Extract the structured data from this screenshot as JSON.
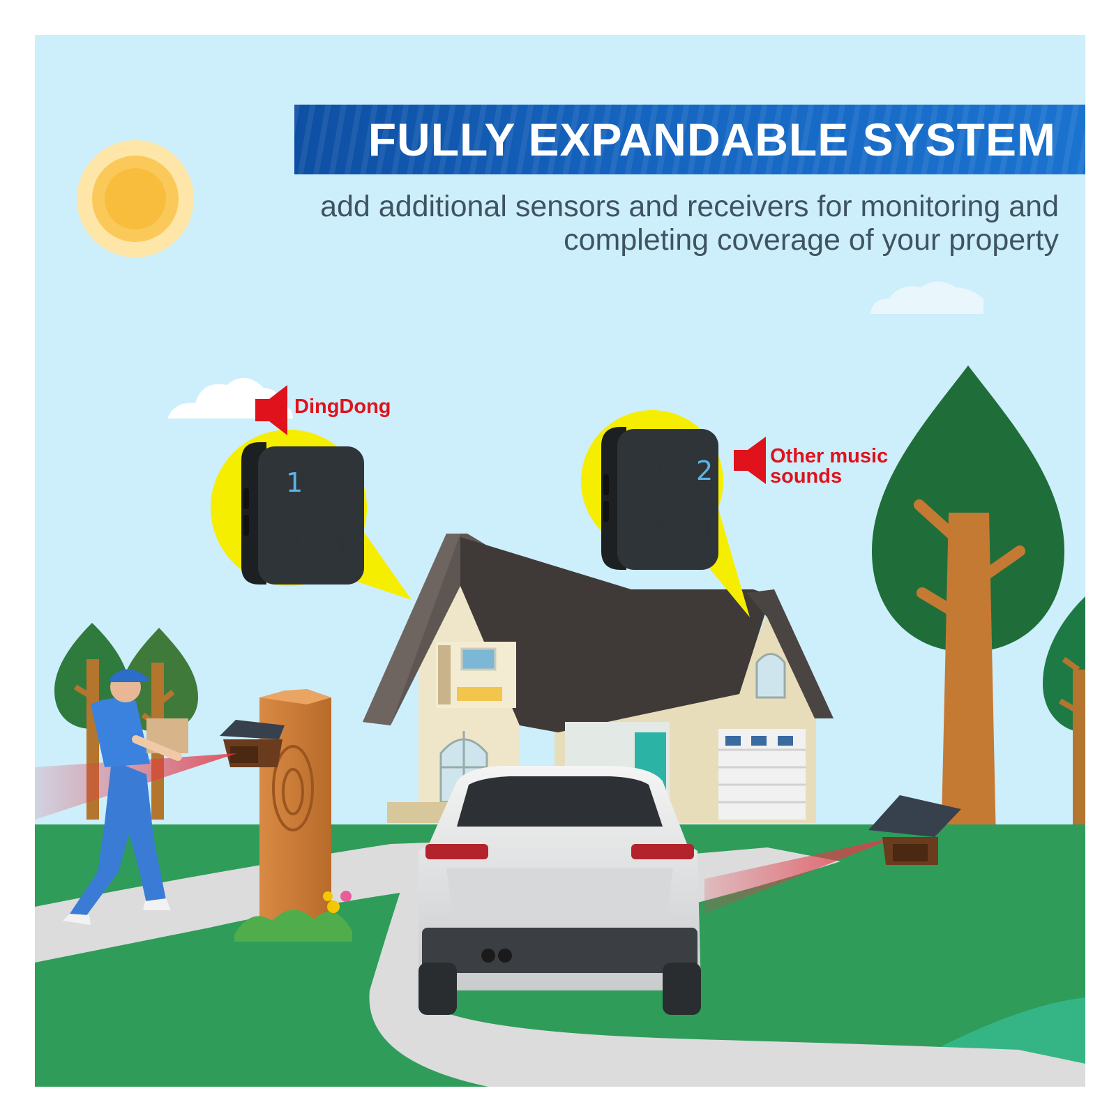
{
  "banner": {
    "title": "FULLY EXPANDABLE SYSTEM",
    "subtitle": "add additional sensors and receivers for monitoring and completing coverage of your property"
  },
  "receivers": [
    {
      "sound_label": "DingDong",
      "keys": [
        "1",
        "2",
        "3",
        "4"
      ],
      "active_key": "1"
    },
    {
      "sound_label": "Other music sounds",
      "keys": [
        "1",
        "2",
        "3",
        "4"
      ],
      "active_key": "2"
    }
  ],
  "colors": {
    "sky": "#cdeefb",
    "banner": "#1565c0",
    "callout_yellow": "#f6ee00",
    "sound_red": "#e0121b",
    "grass": "#2f9c5a",
    "path": "#dcdcdc",
    "receiver_body": "#2f3438",
    "active_key": "#5ab4e8"
  },
  "icons": [
    "sun-icon",
    "speaker-icon"
  ]
}
